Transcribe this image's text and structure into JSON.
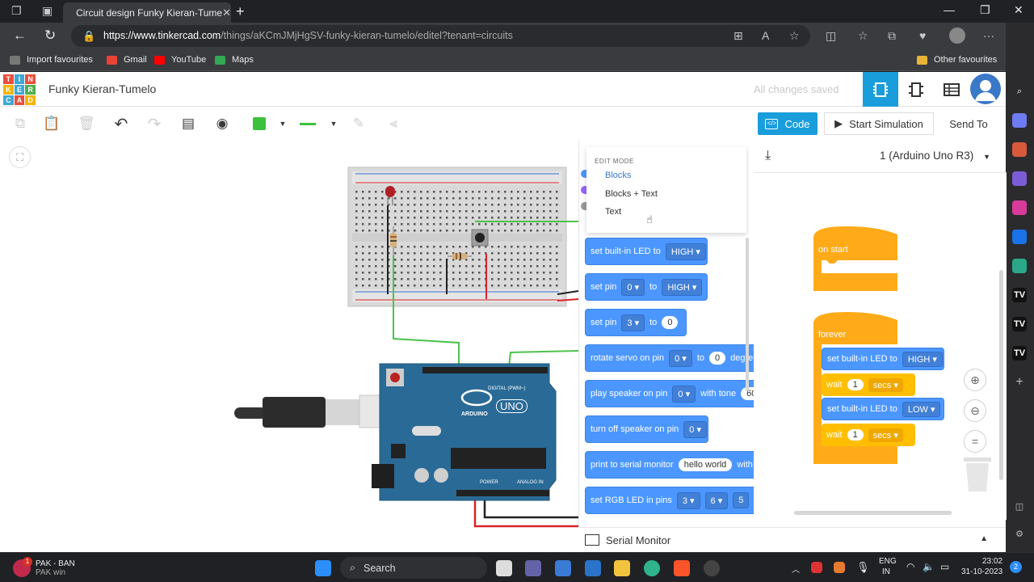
{
  "browser": {
    "tab_title": "Circuit design Funky Kieran-Tume",
    "url_host": "https://www.tinkercad.com",
    "url_path": "/things/aKCmJMjHgSV-funky-kieran-tumelo/editel?tenant=circuits",
    "bookmarks": [
      "Import favourites",
      "Gmail",
      "YouTube",
      "Maps"
    ],
    "other_favourites": "Other favourites"
  },
  "app": {
    "logo_letters": [
      "T",
      "I",
      "N",
      "K",
      "E",
      "R",
      "C",
      "A",
      "D"
    ],
    "project_title": "Funky Kieran-Tumelo",
    "save_status": "All changes saved"
  },
  "toolbar": {
    "code_label": "Code",
    "sim_label": "Start Simulation",
    "send_label": "Send To"
  },
  "code_panel": {
    "board": "1 (Arduino Uno R3)",
    "edit_mode_title": "EDIT MODE",
    "edit_modes": [
      "Blocks",
      "Blocks + Text",
      "Text"
    ],
    "palette": {
      "b1": {
        "label": "set built-in LED to",
        "v": "HIGH"
      },
      "b2": {
        "label": "set pin",
        "pin": "0",
        "to": "to",
        "v": "HIGH"
      },
      "b3": {
        "label": "set pin",
        "pin": "3",
        "to": "to",
        "v": "0"
      },
      "b4": {
        "label": "rotate servo on pin",
        "pin": "0",
        "to": "to",
        "v": "0",
        "tail": "degre"
      },
      "b5": {
        "label": "play speaker on pin",
        "pin": "0",
        "mid": "with tone",
        "v": "60"
      },
      "b6": {
        "label": "turn off speaker on pin",
        "pin": "0"
      },
      "b7": {
        "label": "print to serial monitor",
        "v": "hello world",
        "tail": "with"
      },
      "b8": {
        "label": "set RGB LED in pins",
        "p1": "3",
        "p2": "6",
        "p3": "5"
      }
    },
    "workspace": {
      "on_start": "on start",
      "forever": "forever",
      "w1": {
        "label": "set built-in LED to",
        "v": "HIGH"
      },
      "w2": {
        "label": "wait",
        "n": "1",
        "unit": "secs"
      },
      "w3": {
        "label": "set built-in LED to",
        "v": "LOW"
      },
      "w4": {
        "label": "wait",
        "n": "1",
        "unit": "secs"
      }
    },
    "serial_monitor": "Serial Monitor"
  },
  "arduino": {
    "brand": "ARDUINO",
    "model": "UNO",
    "digital_label": "DIGITAL (PWM~)",
    "power_label": "POWER",
    "analog_label": "ANALOG IN"
  },
  "taskbar": {
    "weather_title": "PAK - BAN",
    "weather_sub": "PAK win",
    "search": "Search",
    "lang_1": "ENG",
    "lang_2": "IN",
    "time": "23:02",
    "date": "31-10-2023",
    "notif": "2",
    "weather_badge": "1"
  },
  "colors": {
    "accent": "#1a9ddb",
    "block_blue": "#4c97ff",
    "block_orange": "#ffab19",
    "wire_green": "#4cc24c",
    "wire_red": "#d9232a",
    "arduino_blue": "#2a6a96"
  }
}
